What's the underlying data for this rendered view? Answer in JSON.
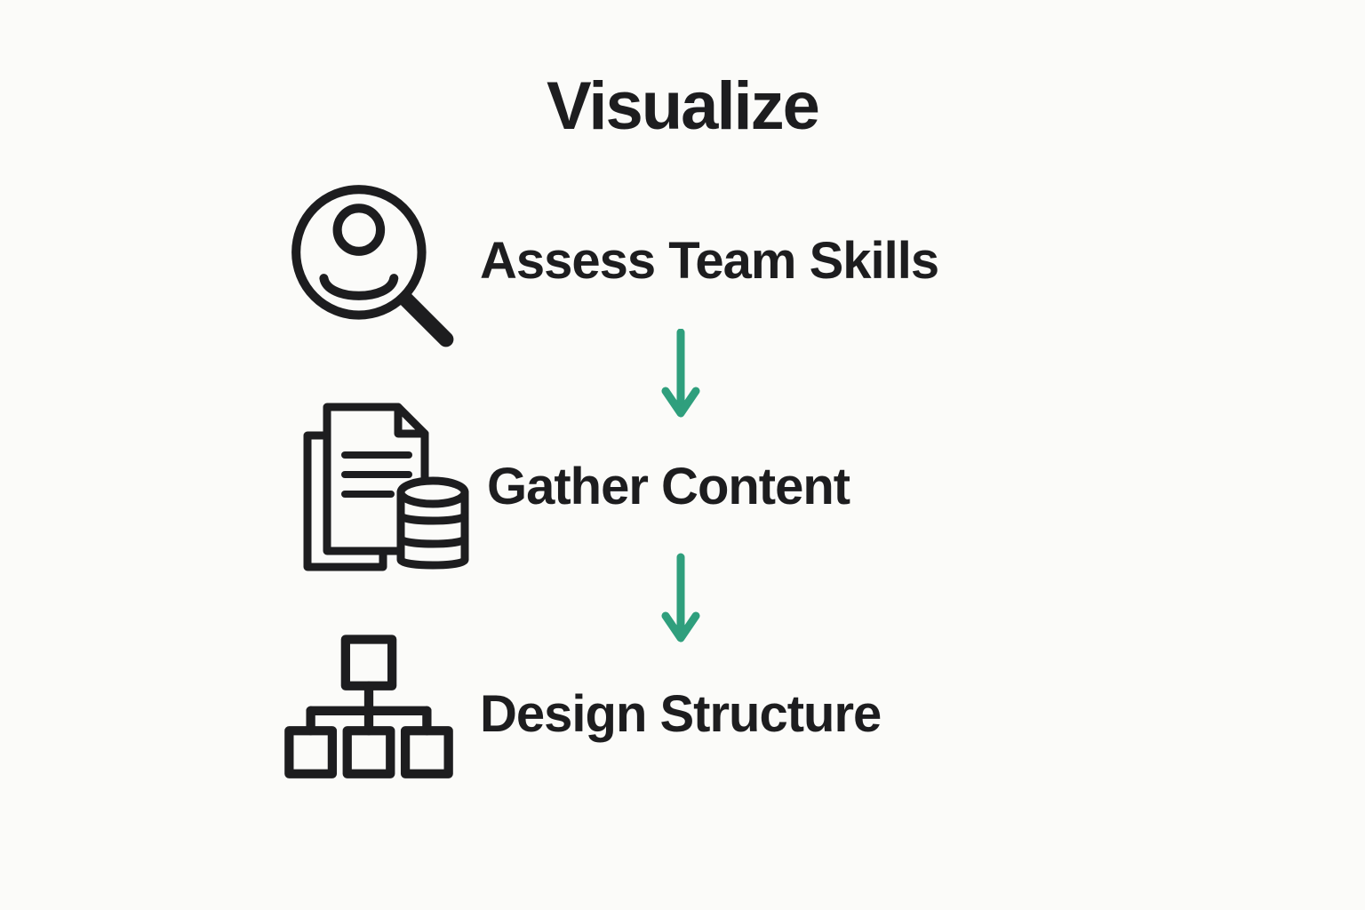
{
  "title": "Visualize",
  "steps": [
    {
      "label": "Assess Team Skills",
      "icon": "person-search-icon"
    },
    {
      "label": "Gather Content",
      "icon": "documents-database-icon"
    },
    {
      "label": "Design Structure",
      "icon": "org-chart-icon"
    }
  ],
  "arrows": [
    {
      "name": "arrow-step1-to-step2",
      "direction": "down"
    },
    {
      "name": "arrow-step2-to-step3",
      "direction": "down"
    }
  ],
  "colors": {
    "background": "#fbfbf9",
    "ink": "#1d1d1f",
    "arrow": "#2f9f7d"
  }
}
